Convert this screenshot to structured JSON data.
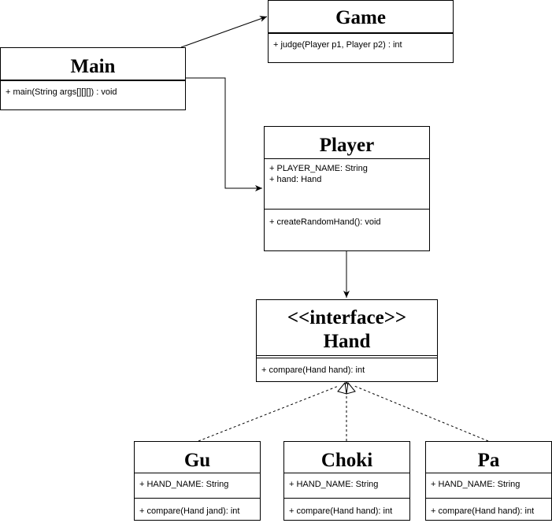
{
  "classes": {
    "main": {
      "name": "Main",
      "methods": [
        "+  main(String args[][][]) : void"
      ]
    },
    "game": {
      "name": "Game",
      "methods": [
        "+  judge(Player p1, Player p2) : int"
      ]
    },
    "player": {
      "name": "Player",
      "attributes": [
        "+ PLAYER_NAME: String",
        "+ hand: Hand"
      ],
      "methods": [
        "+ createRandomHand(): void"
      ]
    },
    "hand": {
      "stereotype": "<<interface>>",
      "name": "Hand",
      "methods": [
        "+ compare(Hand hand): int"
      ]
    },
    "gu": {
      "name": "Gu",
      "attributes": [
        "+ HAND_NAME: String"
      ],
      "methods": [
        "+ compare(Hand jand): int"
      ]
    },
    "choki": {
      "name": "Choki",
      "attributes": [
        "+ HAND_NAME: String"
      ],
      "methods": [
        "+ compare(Hand hand): int"
      ]
    },
    "pa": {
      "name": "Pa",
      "attributes": [
        "+ HAND_NAME: String"
      ],
      "methods": [
        "+ compare(Hand hand): int"
      ]
    }
  }
}
